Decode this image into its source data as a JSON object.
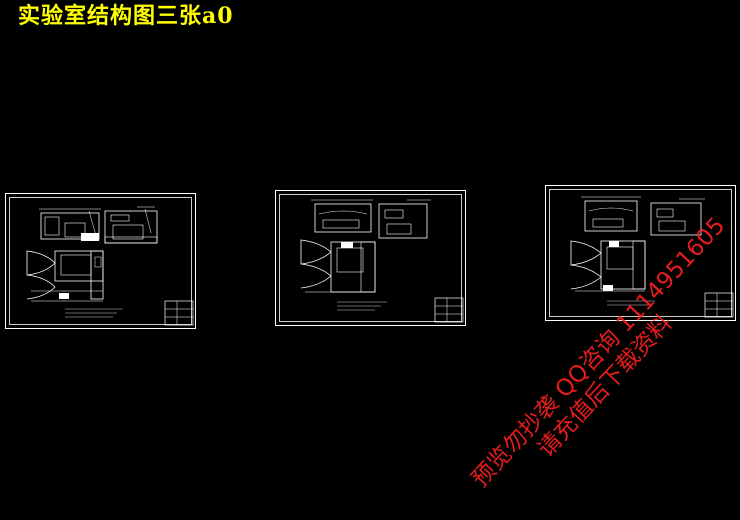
{
  "header": {
    "title": "实验室结构图三张a0",
    "title_color": "#ffff00"
  },
  "sheets": [
    {
      "name": "drawing-sheet-1"
    },
    {
      "name": "drawing-sheet-2"
    },
    {
      "name": "drawing-sheet-3"
    }
  ],
  "watermark": {
    "line1": "预览勿抄袭 QQ咨询 1114951605",
    "line2": "请充值后下载资料",
    "color": "#ff2020"
  },
  "colors": {
    "background": "#000000",
    "linework": "#ffffff"
  }
}
